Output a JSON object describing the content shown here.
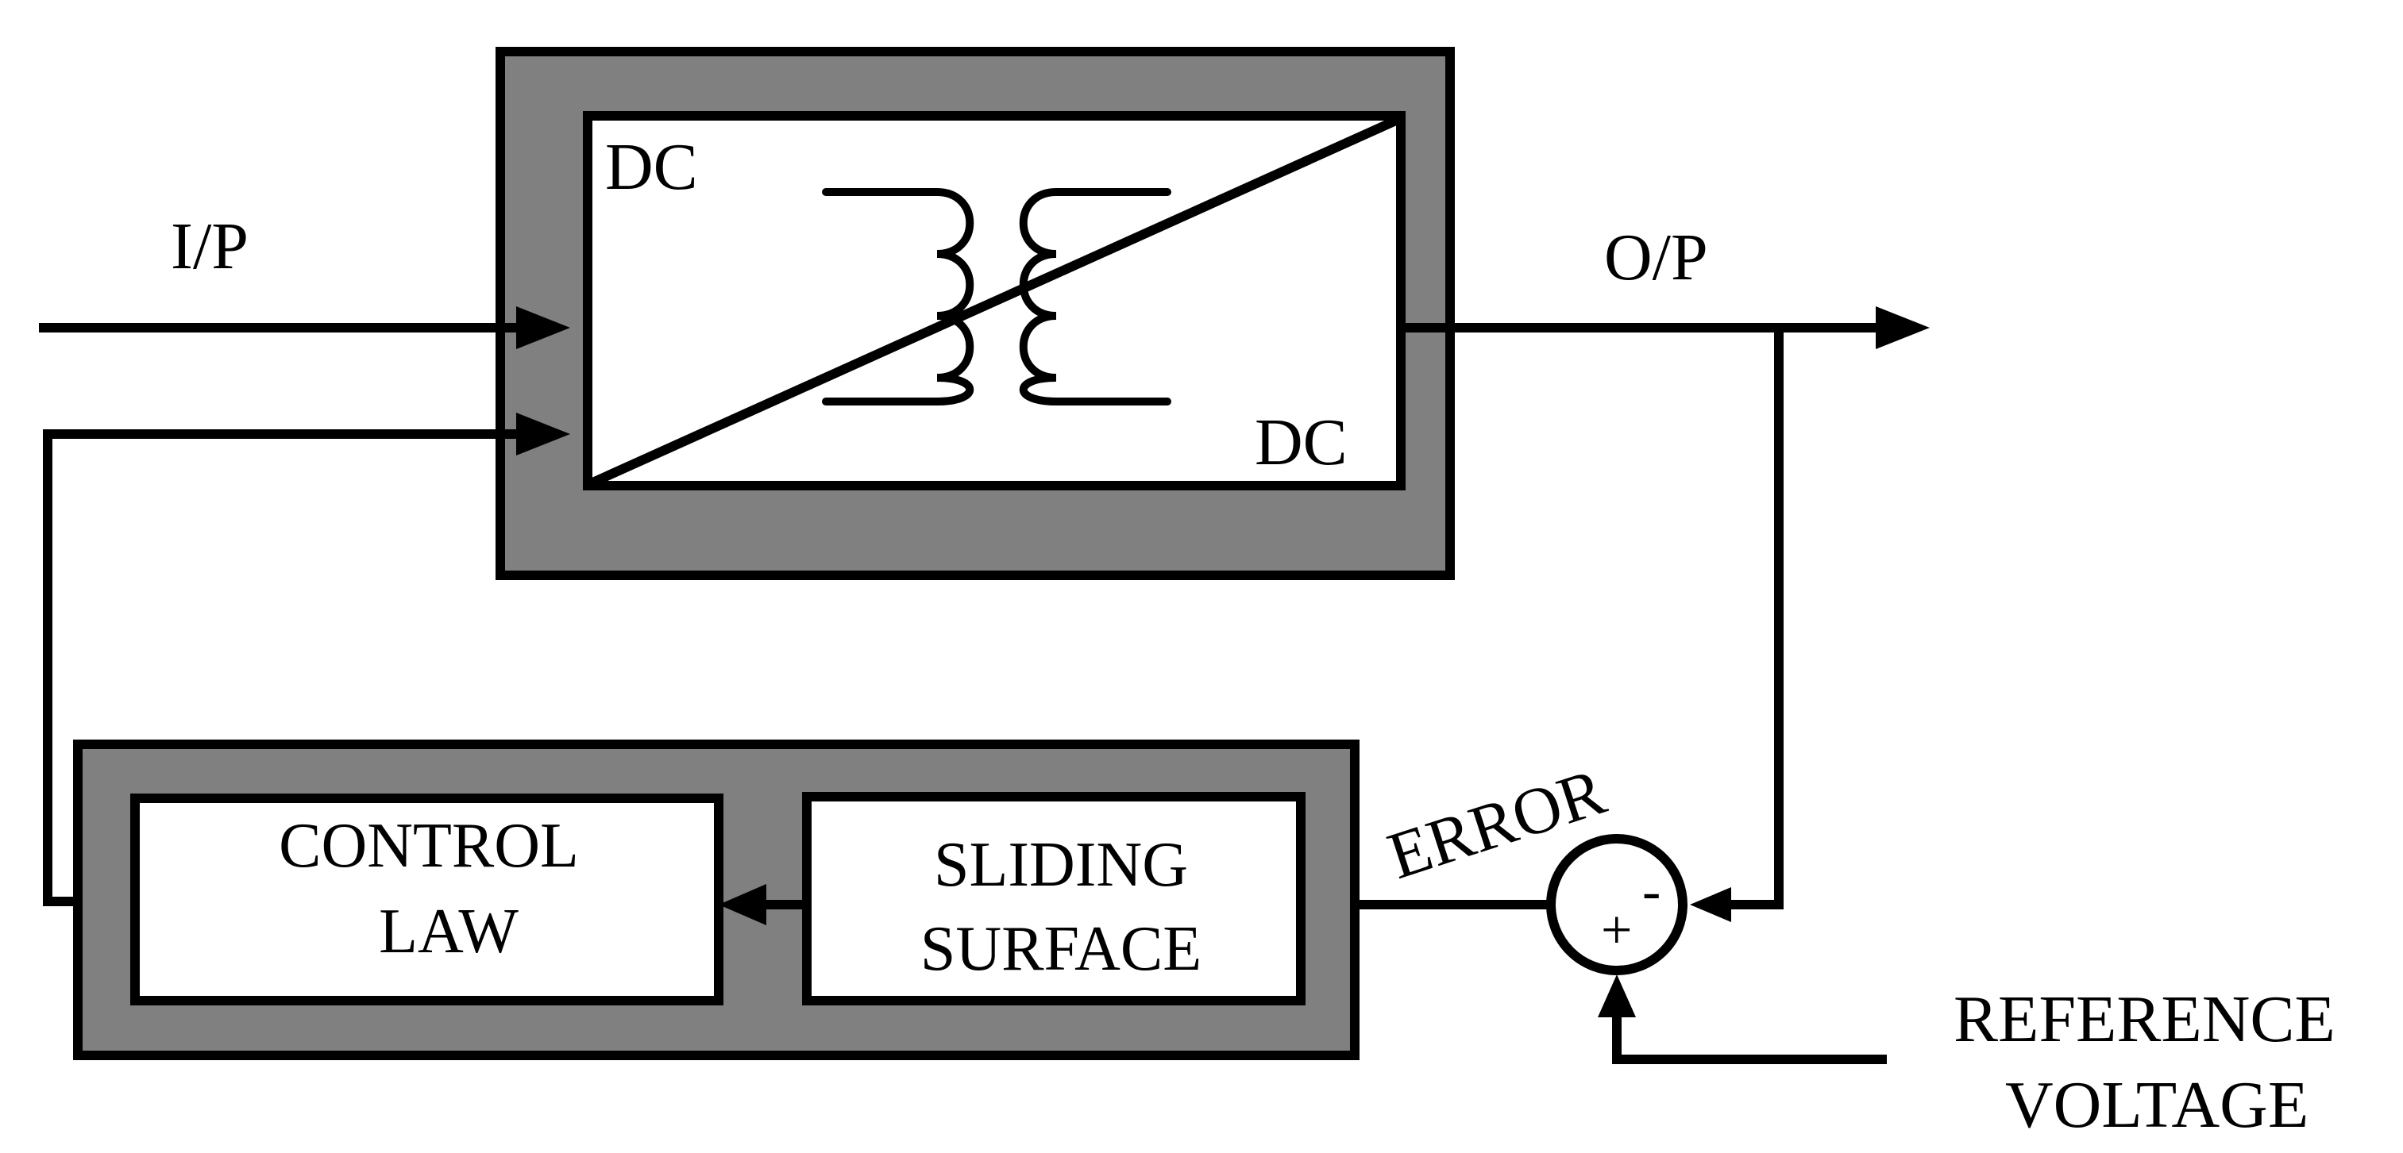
{
  "converter": {
    "input_label": "I/P",
    "output_label": "O/P",
    "top_left_label": "DC",
    "bottom_right_label": "DC"
  },
  "controller": {
    "control_law_line1": "CONTROL",
    "control_law_line2": "LAW",
    "sliding_surface_line1": "SLIDING",
    "sliding_surface_line2": "SURFACE"
  },
  "feedback": {
    "error_label": "ERROR",
    "plus_sign": "+",
    "minus_sign": "-",
    "reference_line1": "REFERENCE",
    "reference_line2": "VOLTAGE"
  },
  "colors": {
    "frame": "#808080",
    "stroke": "#000000",
    "box": "#ffffff"
  }
}
